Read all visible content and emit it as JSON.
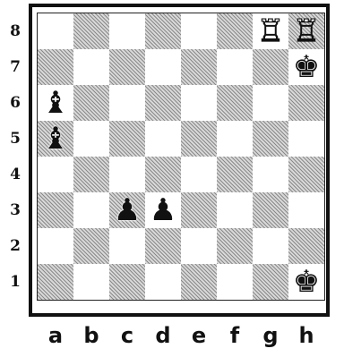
{
  "board": {
    "files": [
      "a",
      "b",
      "c",
      "d",
      "e",
      "f",
      "g",
      "h"
    ],
    "ranks": [
      "8",
      "7",
      "6",
      "5",
      "4",
      "3",
      "2",
      "1"
    ],
    "pieces": {
      "g8": {
        "type": "rook",
        "color": "white",
        "glyph": "♖"
      },
      "h8": {
        "type": "rook",
        "color": "white",
        "glyph": "♖"
      },
      "h7": {
        "type": "king",
        "color": "black",
        "glyph": "♚"
      },
      "a6": {
        "type": "bishop",
        "color": "black",
        "glyph": "♝"
      },
      "a5": {
        "type": "bishop",
        "color": "black",
        "glyph": "♝"
      },
      "c3": {
        "type": "pawn",
        "color": "black",
        "glyph": "♟"
      },
      "d3": {
        "type": "pawn",
        "color": "black",
        "glyph": "♟"
      },
      "h1": {
        "type": "king",
        "color": "black",
        "glyph": "♚"
      }
    }
  },
  "colors": {
    "dark_square": "#d8d8d8",
    "light_square": "#ffffff",
    "frame": "#111111"
  }
}
